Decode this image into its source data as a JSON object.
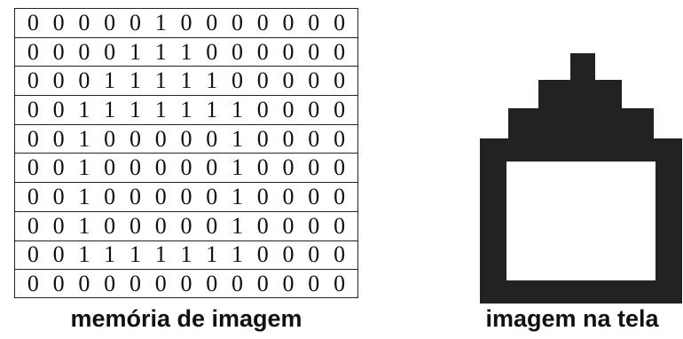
{
  "memory_grid": {
    "rows": [
      [
        0,
        0,
        0,
        0,
        0,
        1,
        0,
        0,
        0,
        0,
        0,
        0,
        0
      ],
      [
        0,
        0,
        0,
        0,
        1,
        1,
        1,
        0,
        0,
        0,
        0,
        0,
        0
      ],
      [
        0,
        0,
        0,
        1,
        1,
        1,
        1,
        1,
        0,
        0,
        0,
        0,
        0
      ],
      [
        0,
        0,
        1,
        1,
        1,
        1,
        1,
        1,
        1,
        0,
        0,
        0,
        0
      ],
      [
        0,
        0,
        1,
        0,
        0,
        0,
        0,
        0,
        1,
        0,
        0,
        0,
        0
      ],
      [
        0,
        0,
        1,
        0,
        0,
        0,
        0,
        0,
        1,
        0,
        0,
        0,
        0
      ],
      [
        0,
        0,
        1,
        0,
        0,
        0,
        0,
        0,
        1,
        0,
        0,
        0,
        0
      ],
      [
        0,
        0,
        1,
        0,
        0,
        0,
        0,
        0,
        1,
        0,
        0,
        0,
        0
      ],
      [
        0,
        0,
        1,
        1,
        1,
        1,
        1,
        1,
        1,
        0,
        0,
        0,
        0
      ],
      [
        0,
        0,
        0,
        0,
        0,
        0,
        0,
        0,
        0,
        0,
        0,
        0,
        0
      ]
    ]
  },
  "captions": {
    "memory": "memória de imagem",
    "screen": "imagem na tela"
  },
  "screen_image": {
    "fill_color": "#222222",
    "background_color": "#ffffff"
  }
}
